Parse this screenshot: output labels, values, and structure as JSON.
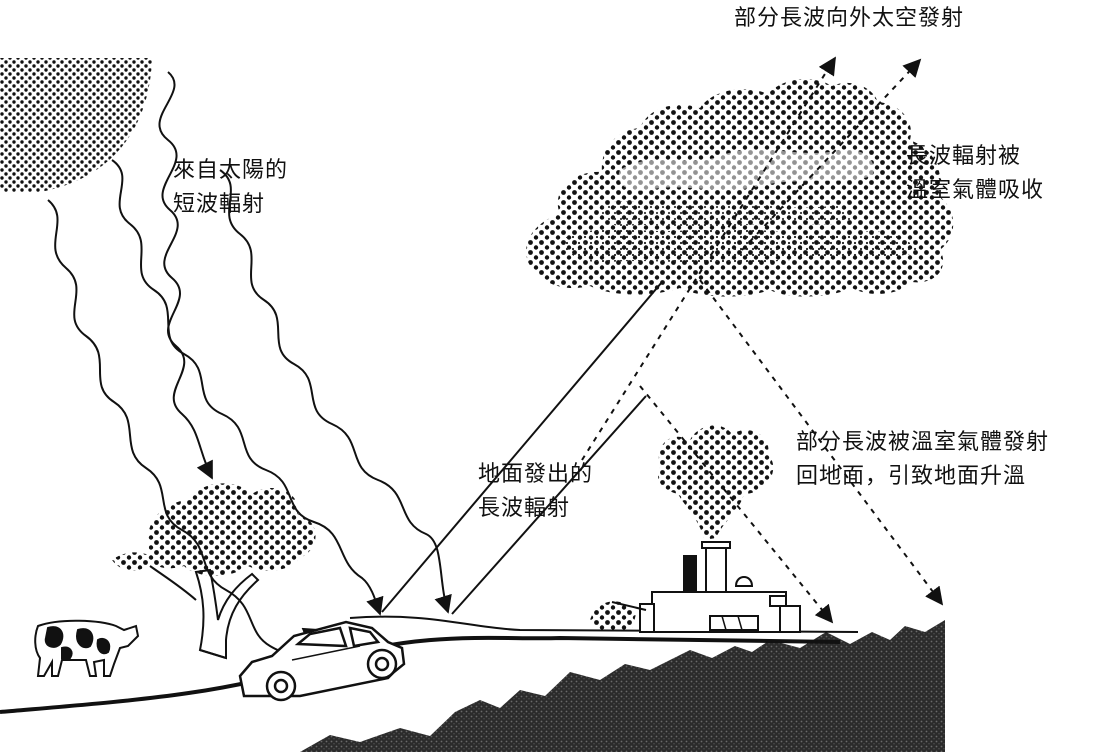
{
  "diagram": {
    "labels": {
      "solar": [
        "來自太陽的",
        "短波輻射"
      ],
      "ground_emission": [
        "地面發出的",
        "長波輻射"
      ],
      "to_space": [
        "部分長波向外太空發射"
      ],
      "absorbed": [
        "長波輻射被",
        "溫室氣體吸收"
      ],
      "back_radiation": [
        "部分長波被溫室氣體發射",
        "回地面，引致地面升溫"
      ]
    },
    "colors": {
      "ink": "#111111",
      "background": "#ffffff",
      "mountain_fill": "#3a3a3a"
    },
    "icons": [
      "sun-icon",
      "cloud-icon",
      "tree-icon",
      "cow-icon",
      "car-icon",
      "factory-icon",
      "smoke-icon",
      "mountain-icon"
    ]
  }
}
